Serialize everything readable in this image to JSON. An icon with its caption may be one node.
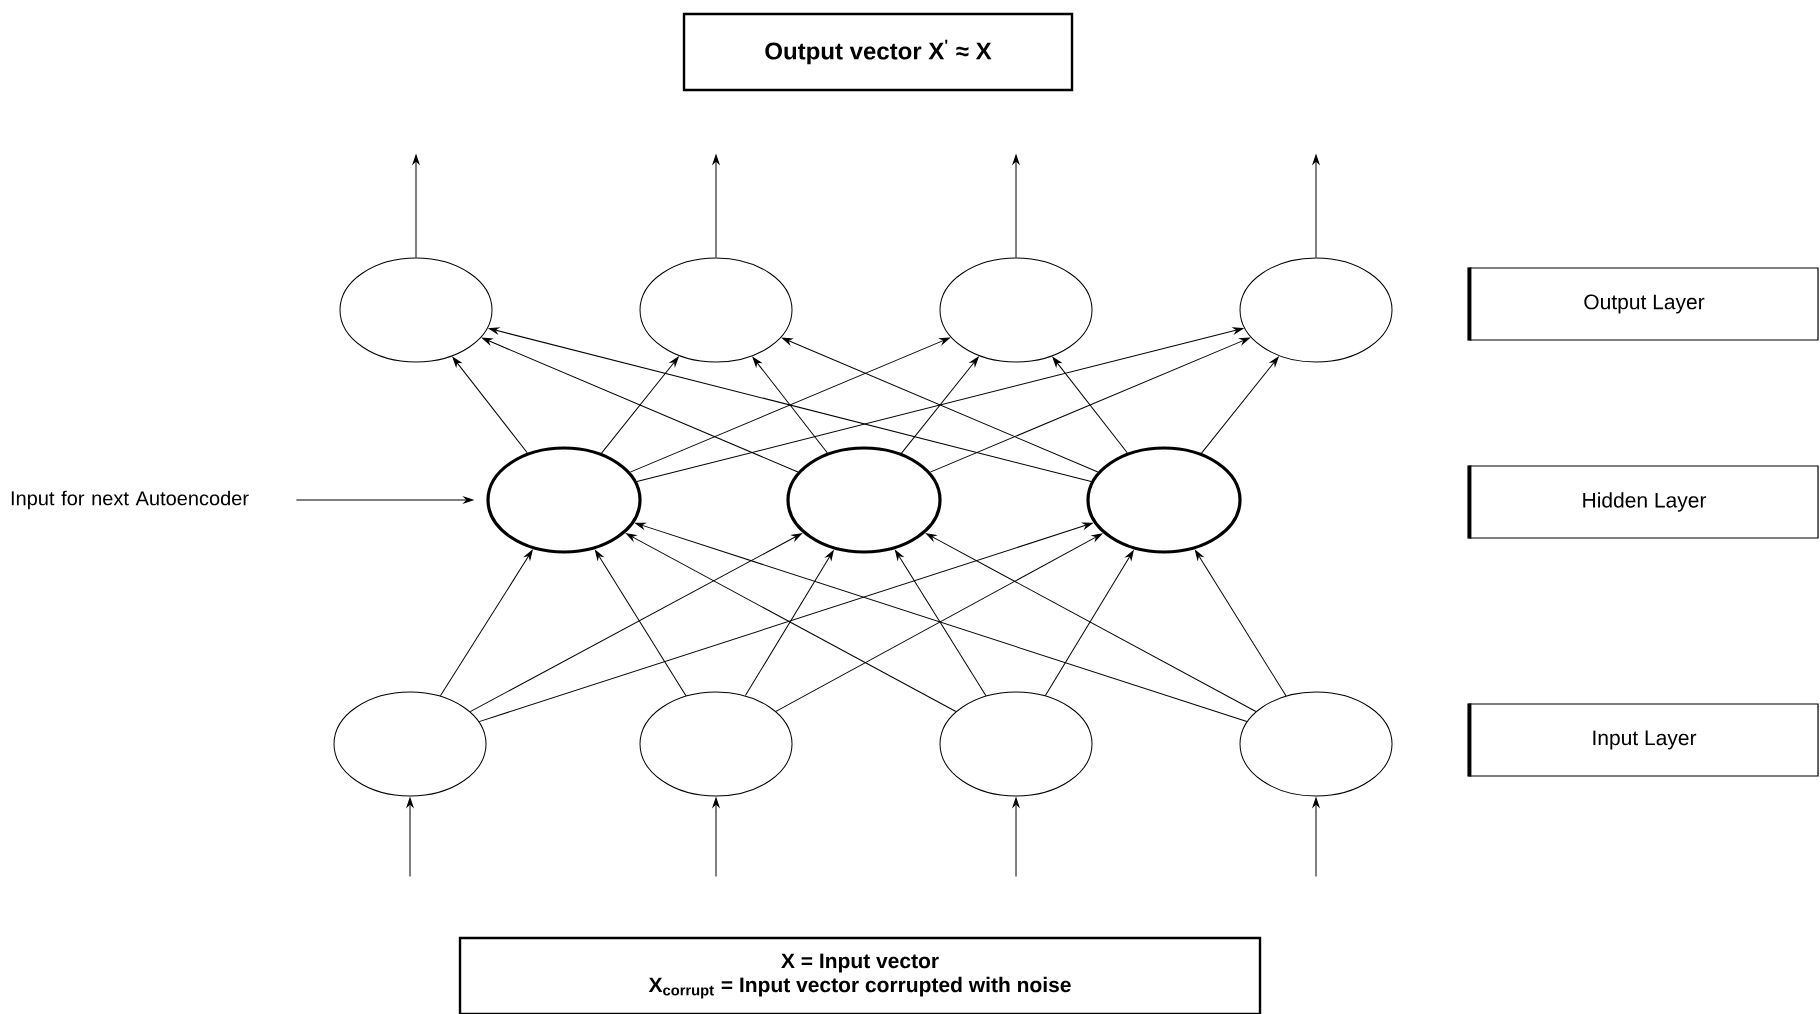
{
  "diagram": {
    "nodes": [
      {
        "text": [
          "Output vector X$^{'}$ ≈ X"
        ]
      },
      {
        "text": [],
        "shape": "circle"
      },
      {
        "text": [],
        "shape": "circle"
      },
      {
        "text": [],
        "shape": "circle"
      },
      {
        "text": [],
        "shape": "circle"
      },
      {
        "text": [
          "Output Layer"
        ]
      },
      {
        "text": [
          "Input for next Autoencoder"
        ]
      },
      {
        "text": [],
        "shape": "circle"
      },
      {
        "text": [],
        "shape": "circle"
      },
      {
        "text": [],
        "shape": "circle"
      },
      {
        "text": [
          "Hidden Layer"
        ]
      },
      {
        "text": [],
        "shape": "circle"
      },
      {
        "text": [],
        "shape": "circle"
      },
      {
        "text": [],
        "shape": "circle"
      },
      {
        "text": [],
        "shape": "circle"
      },
      {
        "text": [
          "Input Layer"
        ]
      },
      {
        "text": [
          "X = Input vector",
          "X$_{corrupt}$ = Input vector corrupted with noise"
        ]
      }
    ],
    "edges": [
      {
        "from": null,
        "to": 11,
        "arrow": "to"
      },
      {
        "from": null,
        "to": 12,
        "arrow": "to"
      },
      {
        "from": null,
        "to": 13,
        "arrow": "to"
      },
      {
        "from": null,
        "to": 14,
        "arrow": "to"
      },
      {
        "from": 11,
        "to": 7,
        "arrow": "to"
      },
      {
        "from": 11,
        "to": 8,
        "arrow": "to"
      },
      {
        "from": 11,
        "to": 9,
        "arrow": "to"
      },
      {
        "from": 12,
        "to": 7,
        "arrow": "to"
      },
      {
        "from": 12,
        "to": 8,
        "arrow": "to"
      },
      {
        "from": 12,
        "to": 9,
        "arrow": "to"
      },
      {
        "from": 13,
        "to": 7,
        "arrow": "to"
      },
      {
        "from": 13,
        "to": 8,
        "arrow": "to"
      },
      {
        "from": 13,
        "to": 9,
        "arrow": "to"
      },
      {
        "from": 14,
        "to": 7,
        "arrow": "to"
      },
      {
        "from": 14,
        "to": 8,
        "arrow": "to"
      },
      {
        "from": 14,
        "to": 9,
        "arrow": "to"
      },
      {
        "from": 6,
        "to": 7,
        "arrow": "to"
      },
      {
        "from": 7,
        "to": 1,
        "arrow": "to"
      },
      {
        "from": 7,
        "to": 2,
        "arrow": "to"
      },
      {
        "from": 7,
        "to": 3,
        "arrow": "to"
      },
      {
        "from": 7,
        "to": 4,
        "arrow": "to"
      },
      {
        "from": 8,
        "to": 1,
        "arrow": "to"
      },
      {
        "from": 8,
        "to": 2,
        "arrow": "to"
      },
      {
        "from": 8,
        "to": 3,
        "arrow": "to"
      },
      {
        "from": 8,
        "to": 4,
        "arrow": "to"
      },
      {
        "from": 9,
        "to": 1,
        "arrow": "to"
      },
      {
        "from": 9,
        "to": 2,
        "arrow": "to"
      },
      {
        "from": 9,
        "to": 3,
        "arrow": "to"
      },
      {
        "from": 9,
        "to": 4,
        "arrow": "to"
      },
      {
        "from": 1,
        "to": null,
        "arrow": "to"
      },
      {
        "from": 2,
        "to": null,
        "arrow": "to"
      },
      {
        "from": 3,
        "to": null,
        "arrow": "to"
      },
      {
        "from": 4,
        "to": null,
        "arrow": "to"
      }
    ]
  }
}
